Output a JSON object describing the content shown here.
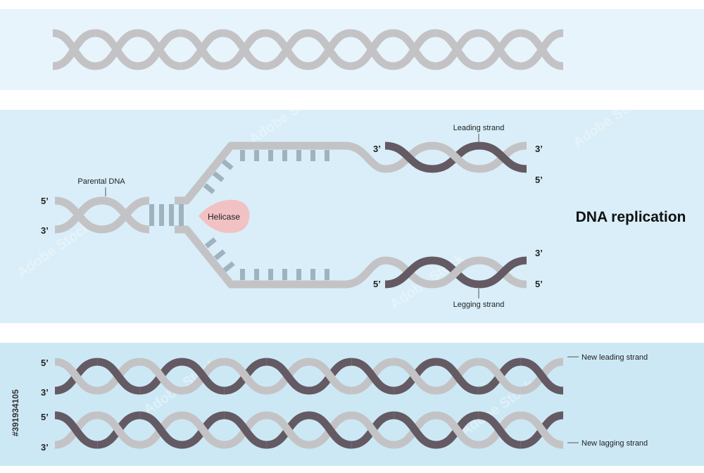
{
  "title": "DNA replication",
  "labels": {
    "parental_dna": "Parental DNA",
    "helicase": "Helicase",
    "leading_strand": "Leading strand",
    "legging_strand": "Legging strand",
    "new_leading_strand": "New leading strand",
    "new_lagging_strand": "New lagging strand"
  },
  "ends": {
    "five": "5’",
    "three": "3’"
  },
  "watermark": "Adobe Stock",
  "stock_id": "#391934105",
  "colors": {
    "band_top": "#e8f4fb",
    "band_middle": "#d9eef8",
    "band_bottom": "#cde8f5",
    "strand_gray": "#c3c3c5",
    "strand_dark": "#645a63",
    "rung": "#9fb3bf",
    "helicase": "#f2c1c3"
  }
}
